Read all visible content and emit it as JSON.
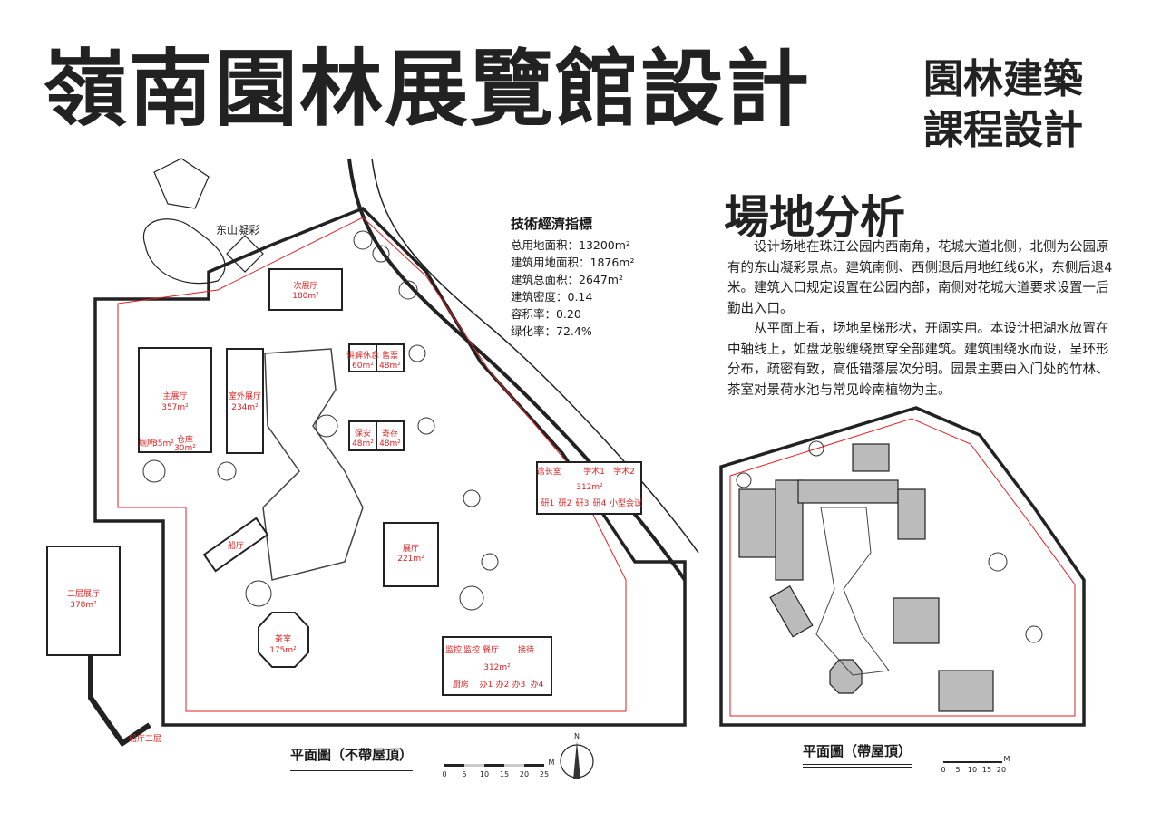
{
  "title": "嶺南園林展覽館設計",
  "subtitle": [
    "園林建築",
    "課程設計"
  ],
  "site_analysis": {
    "heading": "場地分析",
    "paragraphs": [
      "设计场地在珠江公园内西南角，花城大道北侧，北侧为公园原有的东山凝彩景点。建筑南侧、西侧退后用地红线6米，东侧后退4米。建筑入口规定设置在公园内部，南侧对花城大道要求设置一后勤出入口。",
      "从平面上看，场地呈梯形状，开阔实用。本设计把湖水放置在中轴线上，如盘龙般缠绕贯穿全部建筑。建筑围绕水而设，呈环形分布，疏密有致，高低错落层次分明。园景主要由入门处的竹林、茶室对景荷水池与常见岭南植物为主。"
    ]
  },
  "indicators": {
    "heading": "技術經濟指標",
    "items": [
      "总用地面积：13200m²",
      "建筑用地面积：1876m²",
      "建筑总面积：2647m²",
      "建筑密度：0.14",
      "容积率：0.20",
      "绿化率：72.4%"
    ]
  },
  "plan_roofless": {
    "caption": "平面圖（不帶屋頂）",
    "landmark": "东山凝彩",
    "rooms": {
      "secondary_hall": [
        "次展厅",
        "180m²"
      ],
      "main_hall": [
        "主展厅",
        "357m²"
      ],
      "outdoor_hall": [
        "室外展厅",
        "234m²"
      ],
      "lecture": [
        "讲解休息",
        "60m²"
      ],
      "ticket": [
        "售票",
        "48m²"
      ],
      "security": [
        "保安",
        "48m²"
      ],
      "storage": [
        "寄存",
        "48m²"
      ],
      "toilet": "厕所",
      "small_room": "35m²",
      "warehouse": [
        "仓库",
        "30m²"
      ],
      "boat_hall": "船厅",
      "exhibit_hall": [
        "展厅",
        "221m²"
      ],
      "tea_room": [
        "茶室",
        "175m²"
      ],
      "upper_hall": [
        "二层展厅",
        "378m²"
      ],
      "boat_upper": "船厅二层",
      "research_block": {
        "area": "312m²",
        "rooms": [
          "馆长室",
          "学术1",
          "学术2",
          "研1",
          "研2",
          "研3",
          "研4",
          "小型会议"
        ]
      },
      "office_block": {
        "area": "312m²",
        "rooms": [
          "监控",
          "监控",
          "餐厅",
          "接待",
          "厨房",
          "办1",
          "办2",
          "办3",
          "办4"
        ]
      }
    },
    "scale": {
      "ticks": [
        "0",
        "5",
        "10",
        "15",
        "20",
        "25"
      ],
      "unit": "M"
    },
    "north": "N"
  },
  "plan_roofed": {
    "caption": "平面圖（帶屋頂）",
    "scale": {
      "ticks": [
        "0",
        "5",
        "10",
        "15",
        "20"
      ],
      "unit": "M"
    }
  },
  "colors": {
    "ink": "#1a1a1a",
    "red_line": "#d22222"
  }
}
